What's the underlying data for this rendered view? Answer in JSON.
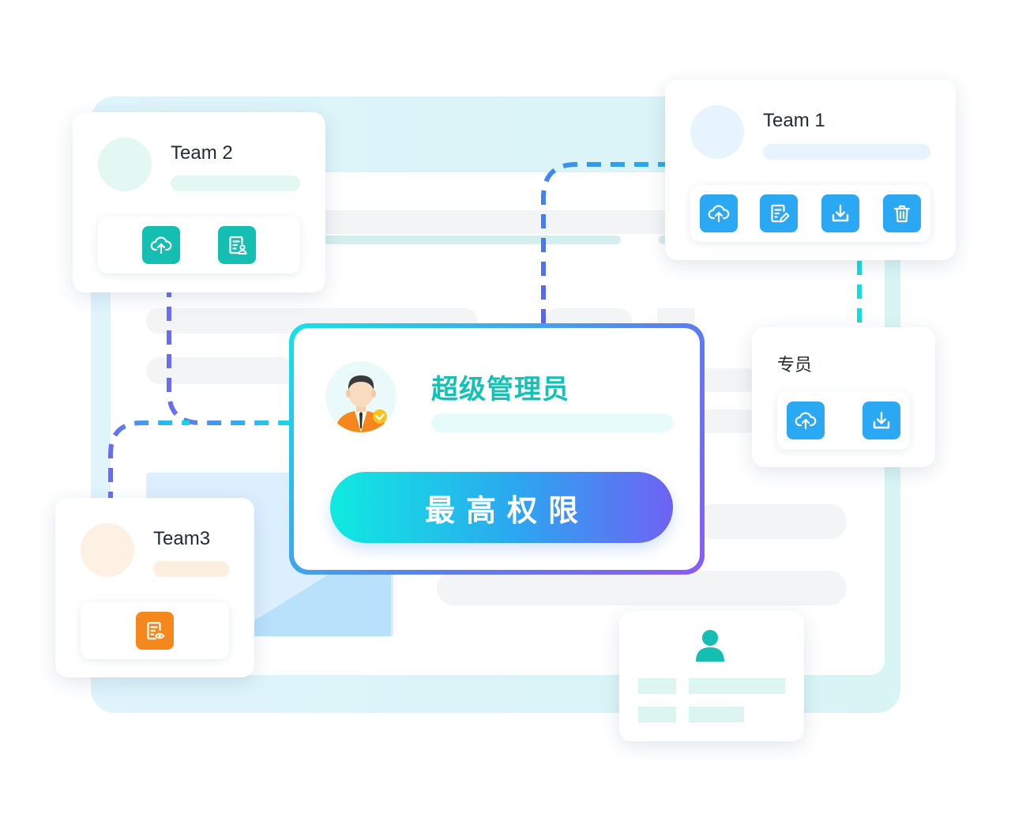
{
  "admin": {
    "title": "超级管理员",
    "button_label": "最高权限"
  },
  "teams": {
    "team1": {
      "title": "Team 1"
    },
    "team2": {
      "title": "Team 2"
    },
    "team3": {
      "title": "Team3"
    },
    "specialist": {
      "title": "专员"
    }
  },
  "icons": {
    "team1": [
      "cloud-upload-icon",
      "edit-document-icon",
      "download-icon",
      "trash-icon"
    ],
    "team2": [
      "cloud-upload-icon",
      "document-user-icon"
    ],
    "team3": [
      "document-view-icon"
    ],
    "specialist": [
      "cloud-upload-icon",
      "download-icon"
    ],
    "profile": "user-icon"
  },
  "colors": {
    "teal": "#14bfb2",
    "blue": "#2ba8f3",
    "orange": "#f5871c",
    "purple": "#7c5cf0",
    "cyan": "#14dce0",
    "admin_text": "#14c1b4"
  }
}
